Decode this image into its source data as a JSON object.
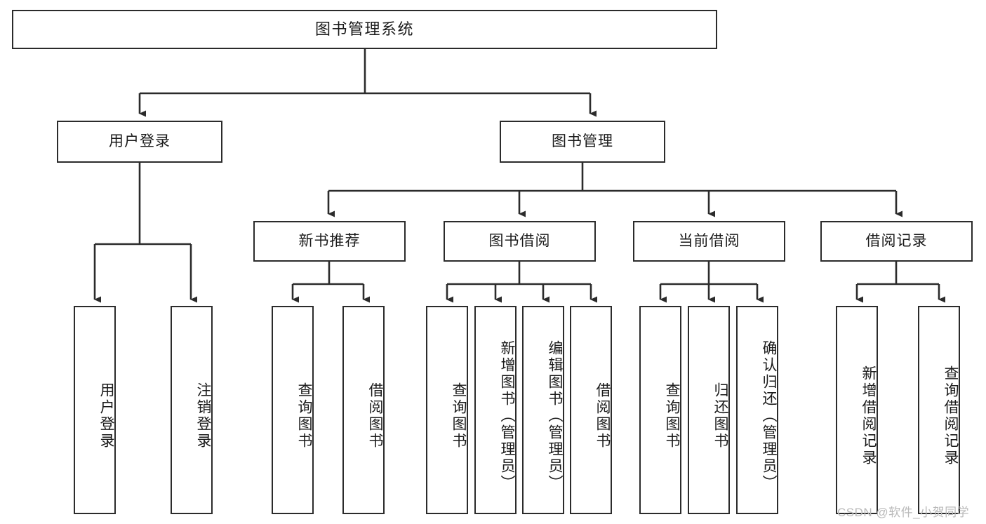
{
  "diagram": {
    "title": "图书管理系统",
    "type": "functional-structure-tree",
    "stroke_color": "#2b2b2b",
    "fill_color": "#ffffff",
    "text_color": "#1a1a1a",
    "watermark": "CSDN @软件_小贺同学",
    "levels": {
      "root": {
        "label": "图书管理系统"
      },
      "level2": [
        {
          "id": "user-login",
          "label": "用户登录"
        },
        {
          "id": "book-management",
          "label": "图书管理"
        }
      ],
      "level3": [
        {
          "id": "new-book-recommend",
          "label": "新书推荐",
          "parent": "book-management"
        },
        {
          "id": "book-borrow",
          "label": "图书借阅",
          "parent": "book-management"
        },
        {
          "id": "current-borrow",
          "label": "当前借阅",
          "parent": "book-management"
        },
        {
          "id": "borrow-record",
          "label": "借阅记录",
          "parent": "book-management"
        }
      ],
      "leaves": [
        {
          "id": "leaf-user-login",
          "label": "用户登录",
          "parent": "user-login"
        },
        {
          "id": "leaf-user-logout",
          "label": "注销登录",
          "parent": "user-login"
        },
        {
          "id": "leaf-rec-query-book",
          "label": "查询图书",
          "parent": "new-book-recommend"
        },
        {
          "id": "leaf-rec-borrow-book",
          "label": "借阅图书",
          "parent": "new-book-recommend"
        },
        {
          "id": "leaf-borrow-query-book",
          "label": "查询图书",
          "parent": "book-borrow"
        },
        {
          "id": "leaf-borrow-add-book",
          "label": "新增图书（管理员）",
          "parent": "book-borrow"
        },
        {
          "id": "leaf-borrow-edit-book",
          "label": "编辑图书（管理员）",
          "parent": "book-borrow"
        },
        {
          "id": "leaf-borrow-borrow-book",
          "label": "借阅图书",
          "parent": "book-borrow"
        },
        {
          "id": "leaf-current-query-book",
          "label": "查询图书",
          "parent": "current-borrow"
        },
        {
          "id": "leaf-current-return-book",
          "label": "归还图书",
          "parent": "current-borrow"
        },
        {
          "id": "leaf-current-confirm-return",
          "label": "确认归还（管理员）",
          "parent": "current-borrow"
        },
        {
          "id": "leaf-record-add",
          "label": "新增借阅记录",
          "parent": "borrow-record"
        },
        {
          "id": "leaf-record-query",
          "label": "查询借阅记录",
          "parent": "borrow-record"
        }
      ]
    }
  }
}
